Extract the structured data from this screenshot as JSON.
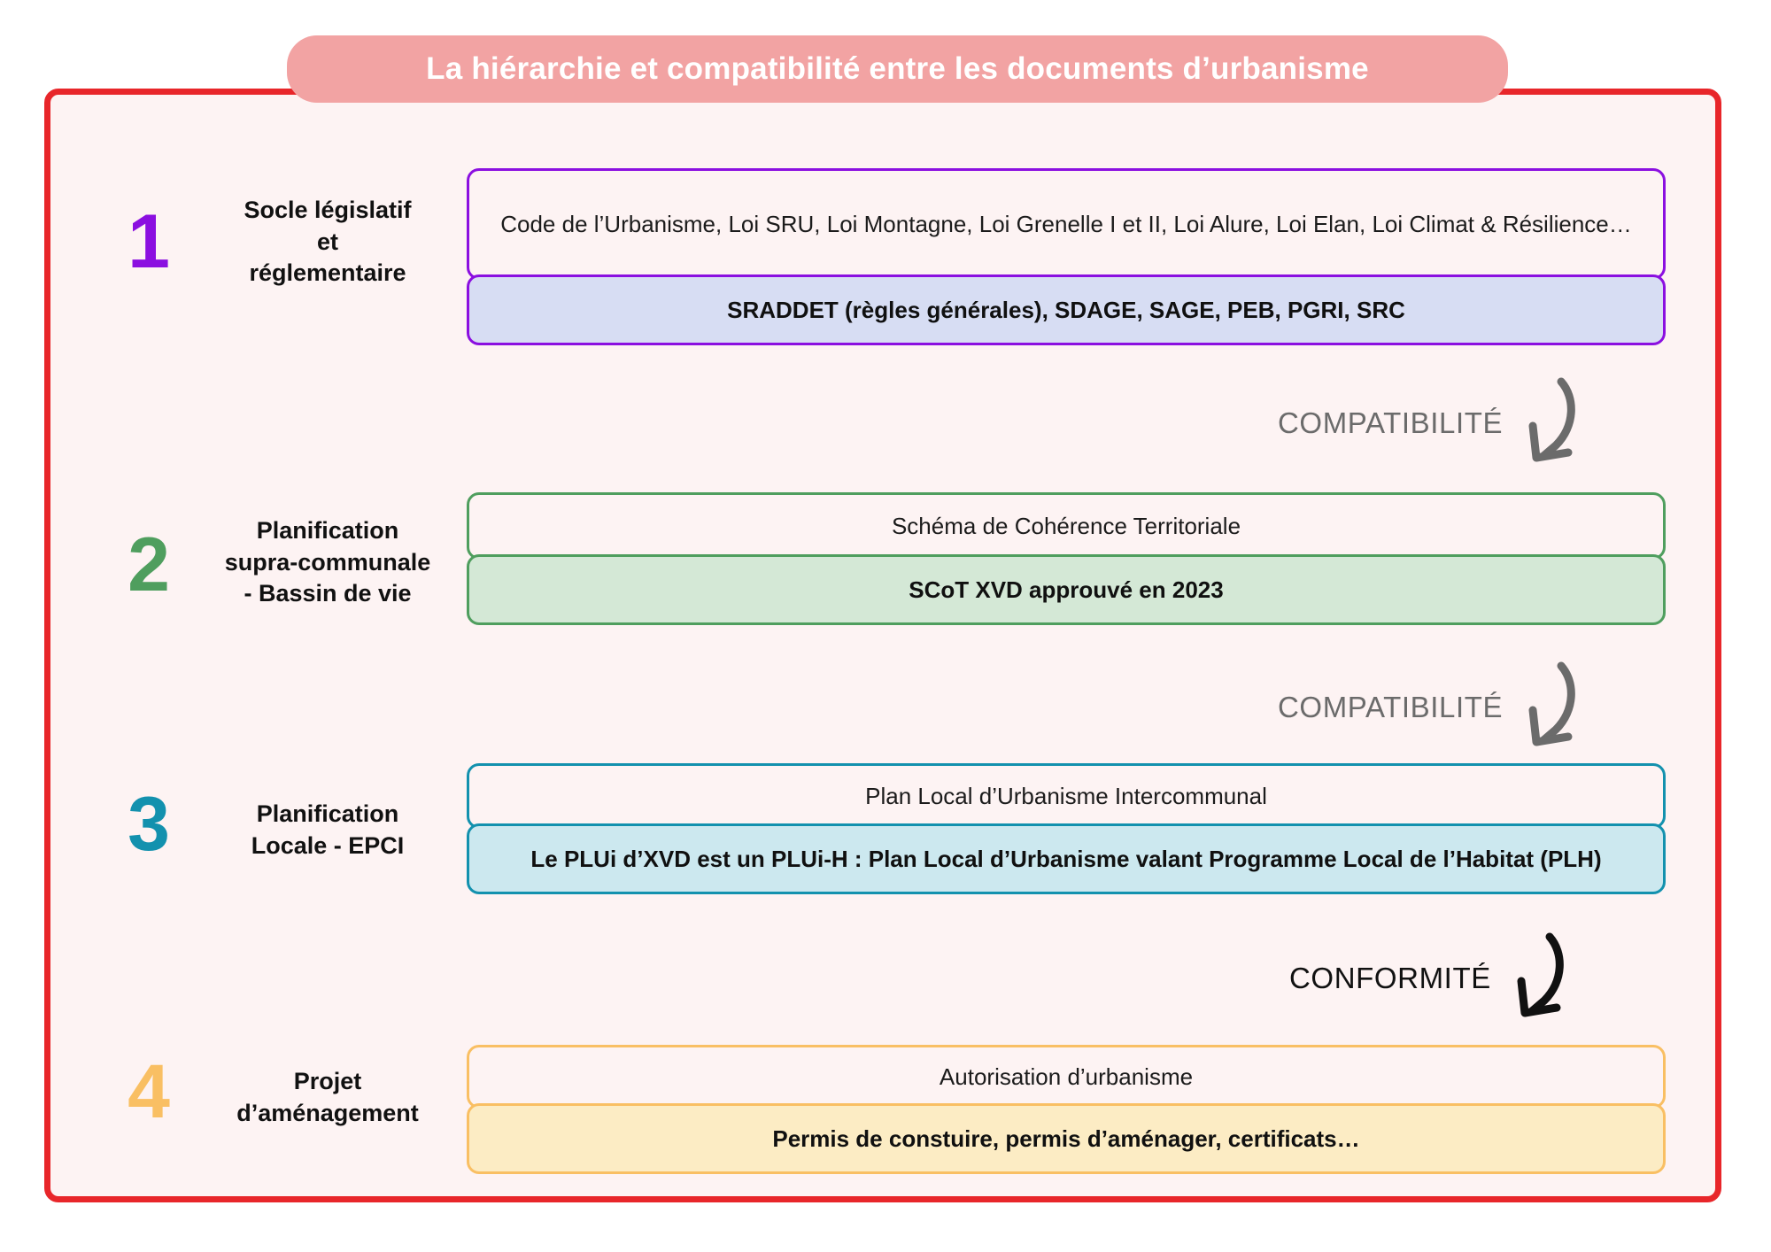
{
  "title": "La hiérarchie et compatibilité entre les documents d’urbanisme",
  "colors": {
    "frame_border": "#e8262a",
    "frame_bg": "#fdf3f3",
    "title_pill": "#f2a3a3",
    "title_text": "#ffffff",
    "level1": "#8b0fe0",
    "level1_fill": "#d7ddf3",
    "level2": "#4f9e5e",
    "level2_fill": "#d4e8d6",
    "level3": "#1391ae",
    "level3_fill": "#cce8ef",
    "level4": "#f9bf63",
    "level4_fill": "#fcecc4",
    "relation_gray": "#6b6b6b",
    "relation_black": "#111111"
  },
  "levels": [
    {
      "number": "1",
      "label": "Socle législatif\net\nréglementaire",
      "label_lines": [
        "Socle législatif",
        "et",
        "réglementaire"
      ],
      "top_box": "Code de l’Urbanisme, Loi SRU, Loi Montagne, Loi Grenelle I et II, Loi Alure, Loi Elan, Loi Climat & Résilience…",
      "bottom_box": "SRADDET (règles générales), SDAGE, SAGE, PEB, PGRI, SRC"
    },
    {
      "number": "2",
      "label": "Planification\nsupra-communale\n- Bassin de vie",
      "label_lines": [
        "Planification",
        "supra-communale",
        "- Bassin de vie"
      ],
      "top_box": "Schéma de Cohérence Territoriale",
      "bottom_box": "SCoT XVD approuvé en 2023"
    },
    {
      "number": "3",
      "label": "Planification\nLocale - EPCI",
      "label_lines": [
        "Planification",
        "Locale - EPCI"
      ],
      "top_box": "Plan Local d’Urbanisme Intercommunal",
      "bottom_box": "Le PLUi d’XVD est un PLUi-H : Plan Local d’Urbanisme valant Programme Local de l’Habitat (PLH)"
    },
    {
      "number": "4",
      "label": "Projet\nd’aménagement",
      "label_lines": [
        "Projet",
        "d’aménagement"
      ],
      "top_box": "Autorisation d’urbanisme",
      "bottom_box": "Permis de constuire, permis d’aménager, certificats…"
    }
  ],
  "relations": [
    {
      "label": "COMPATIBILITÉ",
      "icon": "curved-down-arrow-icon",
      "style": "gray"
    },
    {
      "label": "COMPATIBILITÉ",
      "icon": "curved-down-arrow-icon",
      "style": "gray"
    },
    {
      "label": "CONFORMITÉ",
      "icon": "curved-down-arrow-icon",
      "style": "black"
    }
  ]
}
